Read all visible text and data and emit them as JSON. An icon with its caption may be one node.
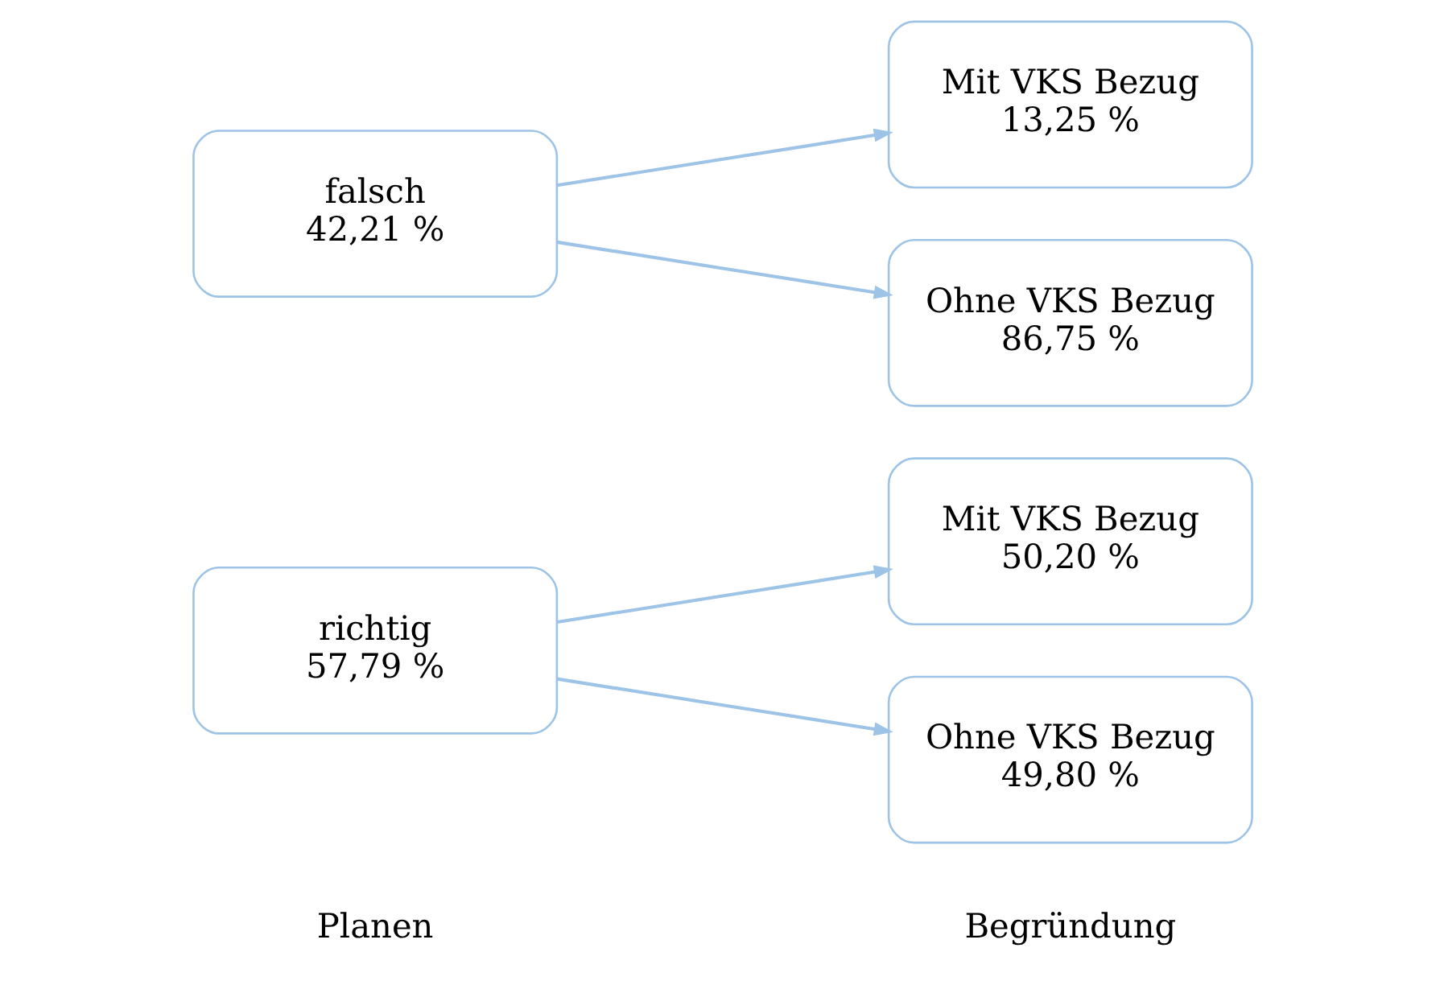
{
  "diagram": {
    "nodes": [
      {
        "text": [
          "richtig",
          "57,79 %"
        ]
      },
      {
        "text": [
          "falsch",
          "42,21 %"
        ]
      },
      {
        "text": [
          "Mit VKS Bezug",
          "50,20 %"
        ]
      },
      {
        "text": [
          "Ohne VKS Bezug",
          "49,80 %"
        ]
      },
      {
        "text": [
          "Mit VKS Bezug",
          "13,25 %"
        ]
      },
      {
        "text": [
          "Ohne VKS Bezug",
          "86,75 %"
        ]
      }
    ],
    "edges": [
      {
        "from": 0,
        "to": 2,
        "arrow": "to"
      },
      {
        "from": 0,
        "to": 3,
        "arrow": "to"
      },
      {
        "from": 1,
        "to": 4,
        "arrow": "to"
      },
      {
        "from": 1,
        "to": 5,
        "arrow": "to"
      }
    ],
    "labels": [
      "Begründung",
      "Planen"
    ]
  }
}
